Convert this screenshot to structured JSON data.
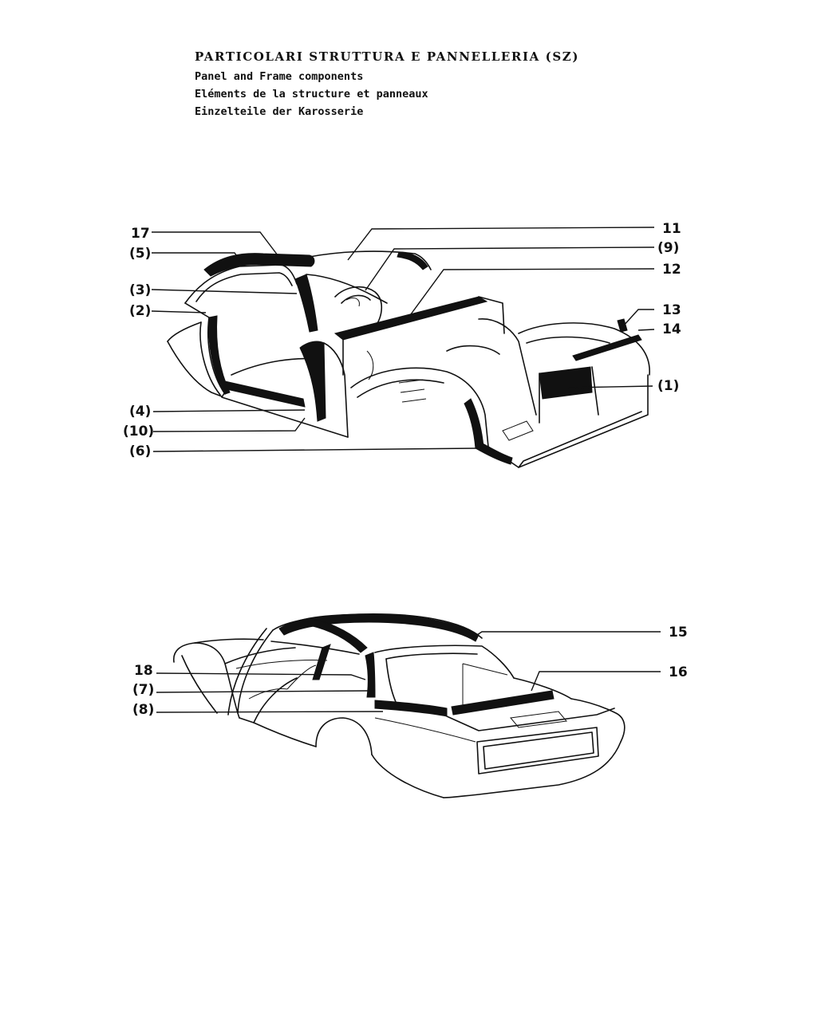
{
  "title": {
    "it": "PARTICOLARI STRUTTURA E PANNELLERIA (SZ)",
    "en": "Panel and Frame components",
    "fr": "Eléments de la structure et panneaux",
    "de": "Einzelteile der Karosserie"
  },
  "upper_labels": {
    "l17": "17",
    "l5": "(5)",
    "l3": "(3)",
    "l2": "(2)",
    "l4": "(4)",
    "l10": "(10)",
    "l6": "(6)",
    "l11": "11",
    "l9": "(9)",
    "l12": "12",
    "l13": "13",
    "l14": "14",
    "l1": "(1)"
  },
  "lower_labels": {
    "l15": "15",
    "l16": "16",
    "l18": "18",
    "l7": "(7)",
    "l8": "(8)"
  }
}
